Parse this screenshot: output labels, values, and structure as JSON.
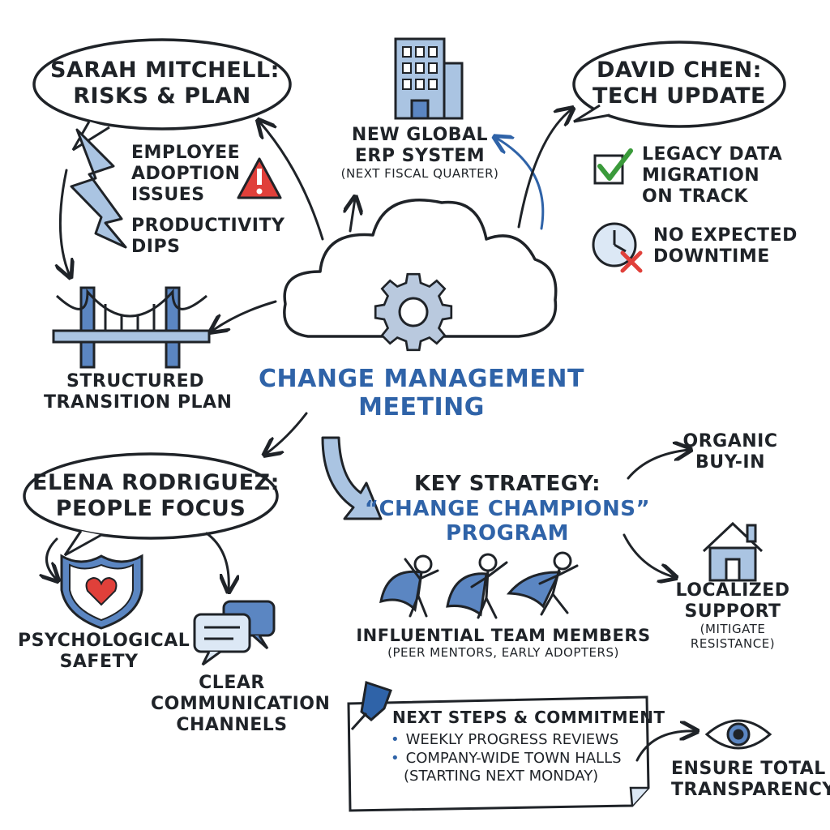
{
  "center": {
    "title_line1": "Change Management",
    "title_line2": "Meeting"
  },
  "sarah": {
    "bubble_line1": "Sarah Mitchell:",
    "bubble_line2": "Risks & Plan",
    "risk1_line1": "Employee",
    "risk1_line2": "Adoption",
    "risk1_line3": "Issues",
    "risk2_line1": "Productivity",
    "risk2_line2": "Dips",
    "plan_line1": "Structured",
    "plan_line2": "Transition Plan"
  },
  "erp": {
    "line1": "New Global",
    "line2": "ERP System",
    "note": "(Next Fiscal Quarter)"
  },
  "david": {
    "bubble_line1": "David Chen:",
    "bubble_line2": "Tech Update",
    "item1_line1": "Legacy Data",
    "item1_line2": "Migration",
    "item1_line3": "On Track",
    "item2_line1": "No Expected",
    "item2_line2": "Downtime"
  },
  "elena": {
    "bubble_line1": "Elena Rodriguez:",
    "bubble_line2": "People Focus",
    "item1_line1": "Psychological",
    "item1_line2": "Safety",
    "item2_line1": "Clear",
    "item2_line2": "Communication",
    "item2_line3": "Channels"
  },
  "strategy": {
    "line1": "Key Strategy:",
    "line2": "“Change Champions”",
    "line3": "Program",
    "members": "Influential Team Members",
    "members_note": "(Peer Mentors, Early Adopters)",
    "outcome1_line1": "Organic",
    "outcome1_line2": "Buy-In",
    "outcome2_line1": "Localized",
    "outcome2_line2": "Support",
    "outcome2_note_line1": "(Mitigate",
    "outcome2_note_line2": "Resistance)"
  },
  "next_steps": {
    "title": "Next Steps & Commitment",
    "item1": "Weekly Progress Reviews",
    "item2": "Company-Wide Town Halls",
    "item2_note": "(Starting Next Monday)",
    "outcome_line1": "Ensure Total",
    "outcome_line2": "Transparency"
  },
  "colors": {
    "ink": "#1f2328",
    "accent_blue": "#2f63a8",
    "light_blue": "#aac4e2",
    "warning_red": "#e0403a",
    "check_green": "#3a9a3a"
  }
}
